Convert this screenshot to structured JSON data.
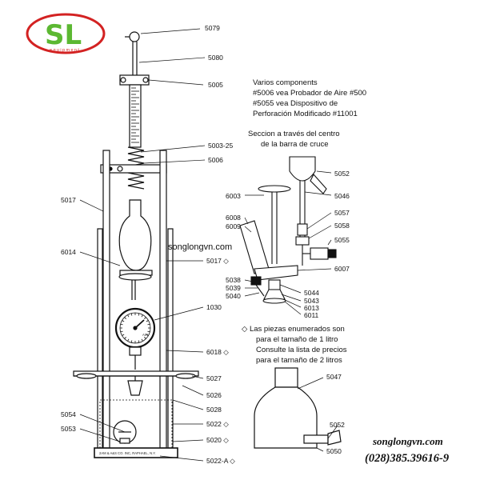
{
  "logo": {
    "letters": "SL",
    "subtitle": "equipment",
    "ring_color": "#d32222",
    "letter_color": "#5cb832"
  },
  "top_labels": [
    "5079",
    "5080",
    "5005",
    "5003-25",
    "5006"
  ],
  "left_labels": [
    "5017",
    "6014",
    "5054",
    "5053"
  ],
  "center_labels": [
    "5017 ◇",
    "1030",
    "6018 ◇",
    "5027",
    "5026",
    "5028",
    "5022 ◇",
    "5020 ◇",
    "5022-A ◇"
  ],
  "note_various": [
    "Varios components",
    "#5006 vea Probador de Aire #500",
    "#5055 vea Dispositivo de",
    "Perforación Modificado #11001"
  ],
  "section_title": [
    "Seccion a través del centro",
    "de la barra de cruce"
  ],
  "section_labels": [
    "5052",
    "5046",
    "6003",
    "5057",
    "6008",
    "6009",
    "5058",
    "5055",
    "6007",
    "5038",
    "5039",
    "5040",
    "5044",
    "5043",
    "6013",
    "6011"
  ],
  "note_sizes": [
    "◇ Las piezas enumerados son",
    "para el tamaño de 1 litro",
    "Consulte la lista de precios",
    "para el tarnaño de 2 litros"
  ],
  "bottle_labels": [
    "5047",
    "5052",
    "5050"
  ],
  "base_plate_text": "2AM & A&S CO. INC, RAPHAEL, N.Y.",
  "gauge_text": "AIR",
  "watermark": "songlongvn.com",
  "footer": {
    "website": "songlongvn.com",
    "phone": "(028)385.39616-9"
  }
}
